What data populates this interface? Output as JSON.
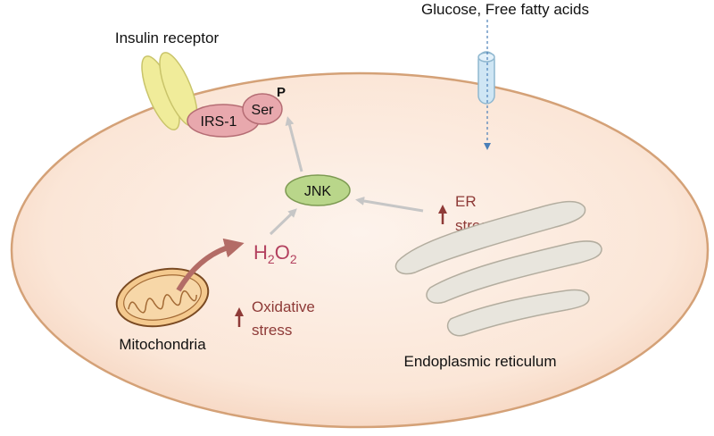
{
  "labels": {
    "glucose_ffa": "Glucose, Free fatty acids",
    "insulin_receptor": "Insulin receptor",
    "irs1": "IRS-1",
    "ser": "Ser",
    "phospho": "P",
    "jnk": "JNK",
    "h2o2_main": "H",
    "h2o2_sub1": "2",
    "h2o2_o": "O",
    "h2o2_sub2": "2",
    "er_stress_line1": "ER",
    "er_stress_line2": "stress",
    "oxidative_line1": "Oxidative",
    "oxidative_line2": "stress",
    "mitochondria": "Mitochondria",
    "er": "Endoplasmic reticulum"
  },
  "colors": {
    "cell_fill": "#fce8da",
    "cell_stroke": "#d4a177",
    "arrow_gray": "#c6c6c6",
    "stress_red": "#8e3a37",
    "h2o2_pink": "#b3415f",
    "jnk_fill": "#b9d68a",
    "irs_fill": "#e8a8ad",
    "receptor_fill": "#f0ec9a",
    "channel_fill": "#cfe6f4",
    "dashed_blue": "#4a7fb8"
  }
}
